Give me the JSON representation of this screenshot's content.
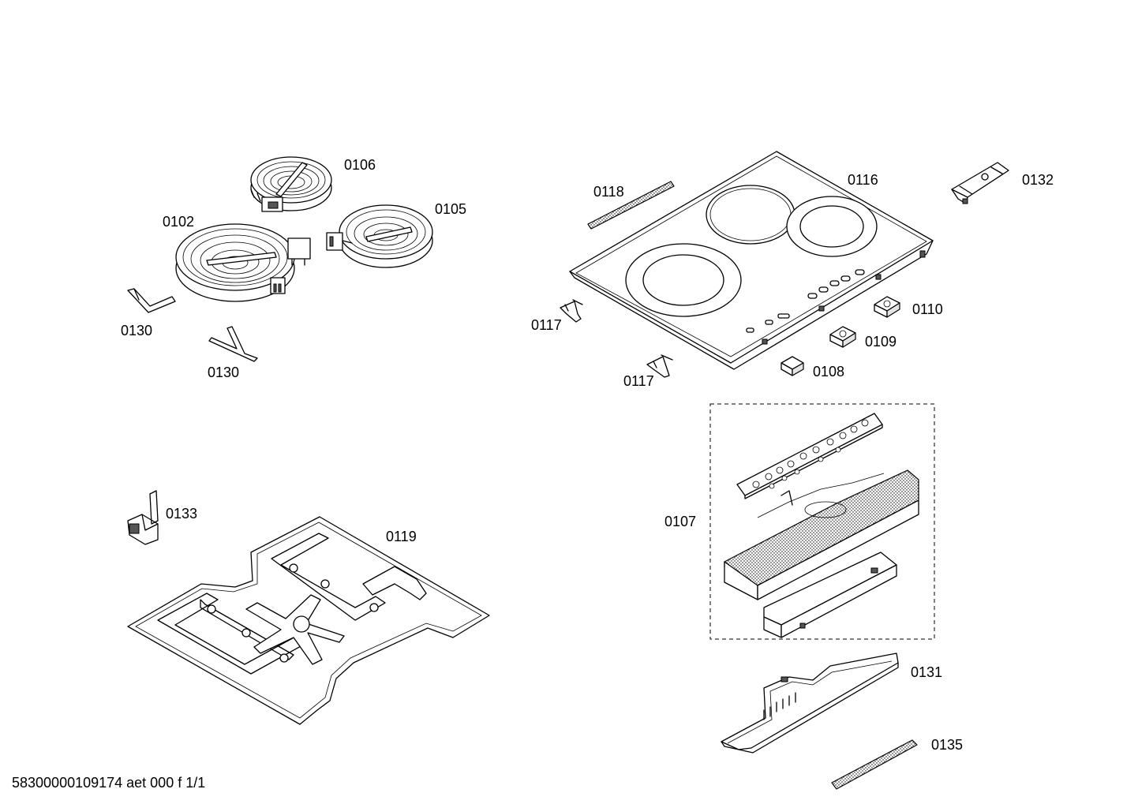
{
  "diagram": {
    "parts": [
      {
        "id": "p0106",
        "number": "0106"
      },
      {
        "id": "p0102",
        "number": "0102"
      },
      {
        "id": "p0105",
        "number": "0105"
      },
      {
        "id": "p0130a",
        "number": "0130"
      },
      {
        "id": "p0130b",
        "number": "0130"
      },
      {
        "id": "p0118",
        "number": "0118"
      },
      {
        "id": "p0116",
        "number": "0116"
      },
      {
        "id": "p0132",
        "number": "0132"
      },
      {
        "id": "p0117a",
        "number": "0117"
      },
      {
        "id": "p0117b",
        "number": "0117"
      },
      {
        "id": "p0110",
        "number": "0110"
      },
      {
        "id": "p0109",
        "number": "0109"
      },
      {
        "id": "p0108",
        "number": "0108"
      },
      {
        "id": "p0133",
        "number": "0133"
      },
      {
        "id": "p0119",
        "number": "0119"
      },
      {
        "id": "p0107",
        "number": "0107"
      },
      {
        "id": "p0131",
        "number": "0131"
      },
      {
        "id": "p0135",
        "number": "0135"
      }
    ],
    "footer_code": "58300000109174 aet 000 f 1/1"
  }
}
